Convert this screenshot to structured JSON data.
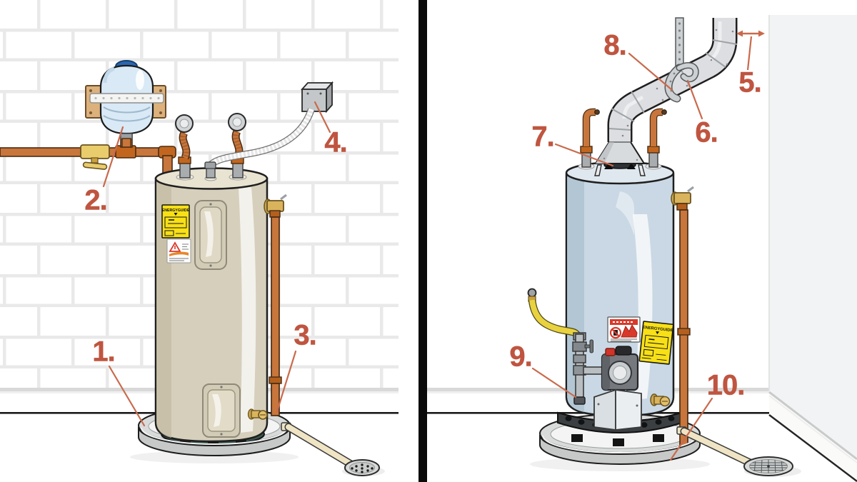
{
  "callouts": [
    {
      "text": "1."
    },
    {
      "text": "2."
    },
    {
      "text": "3."
    },
    {
      "text": "4."
    },
    {
      "text": "5."
    },
    {
      "text": "6."
    },
    {
      "text": "7."
    },
    {
      "text": "8."
    },
    {
      "text": "9."
    },
    {
      "text": "10."
    }
  ],
  "stickers": {
    "energyguide": "ENERGYGUIDE"
  },
  "colors": {
    "callout_number": "#BF5540",
    "leader_line": "#C96A4C",
    "copper_pipe": "#C8763C",
    "electric_tank_beige": "#D5CFBC",
    "gas_tank_blue": "#C9D8E4",
    "expansion_tank_blue": "#D9E9F6",
    "vent_gray": "#DCDEE1",
    "gas_flex_yellow": "#E8D23F",
    "energy_label_yellow": "#F8E016",
    "warning_red": "#D8392B",
    "brick_grout": "#E9E9E9",
    "divider_black": "#0A0A0A"
  }
}
